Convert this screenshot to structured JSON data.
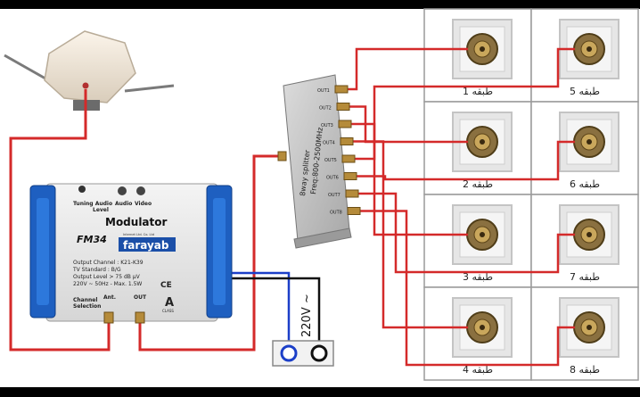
{
  "colors": {
    "cable": "#d42a2a",
    "blue_wire": "#1c3fc8",
    "black_wire": "#111111",
    "modulator_blue": "#1e5fc0",
    "panel_bg": "#ffffff",
    "grid_line": "#9a9a9a"
  },
  "modulator": {
    "labels": {
      "tuning": "Tuning Audio",
      "level": "Level",
      "audio": "Audio",
      "video": "Video",
      "title": "Modulator",
      "model": "FM34",
      "brand": "farayab",
      "brand_tag": "Internet Ltd. Co. Ltd",
      "spec_channel": "Output Channel : K21-K39",
      "spec_tv": "TV Standard : B/G",
      "spec_level": "Output Level > 75 dB µV",
      "spec_power": "220V ~ 50Hz - Max. 1.5W",
      "ce": "CE",
      "channel": "Channel",
      "selection": "Selection",
      "ant": "Ant.",
      "out": "OUT",
      "grade": "A",
      "grade_small": "CLASS"
    }
  },
  "splitter": {
    "label1": "8way splitter",
    "label2": "Freq:800-2500MHz",
    "ports": [
      "OUT1",
      "OUT2",
      "OUT3",
      "OUT4",
      "OUT5",
      "OUT6",
      "OUT7",
      "OUT8"
    ]
  },
  "power": {
    "label": "220V ~"
  },
  "outlets": [
    {
      "label": "طبقه 1"
    },
    {
      "label": "طبقه 2"
    },
    {
      "label": "طبقه 3"
    },
    {
      "label": "طبقه 4"
    },
    {
      "label": "طبقه 5"
    },
    {
      "label": "طبقه 6"
    },
    {
      "label": "طبقه 7"
    },
    {
      "label": "طبقه 8"
    }
  ]
}
